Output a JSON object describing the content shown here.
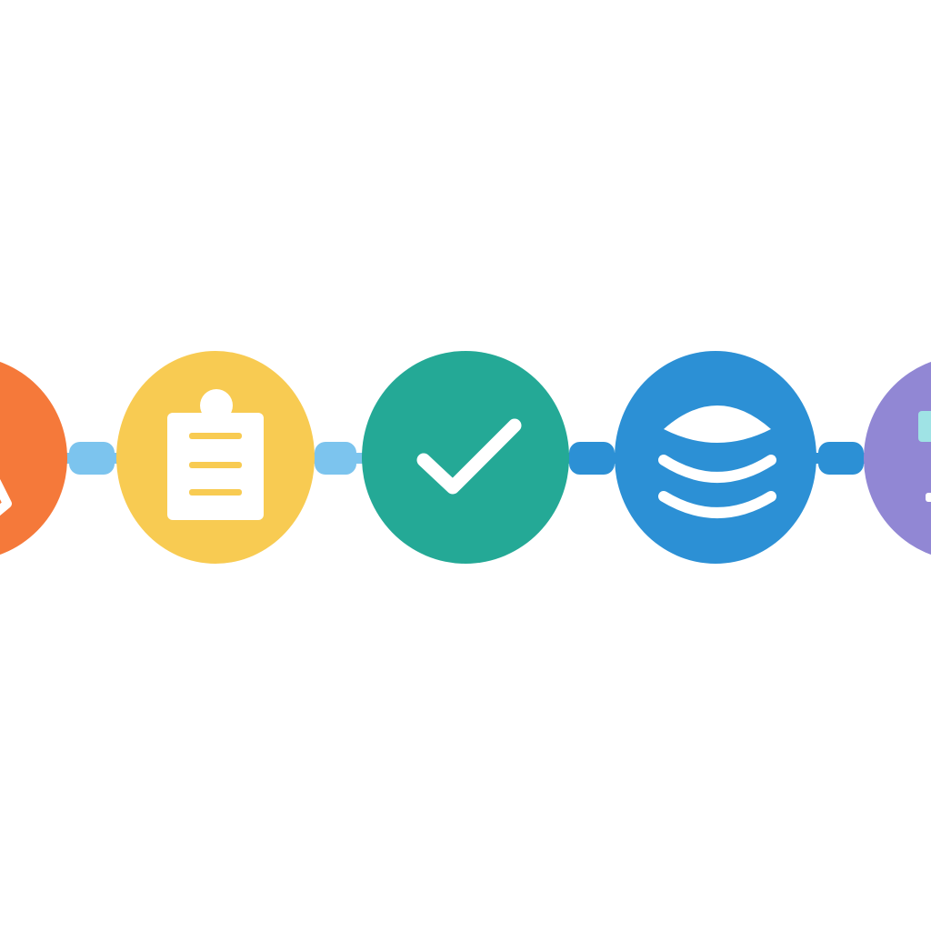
{
  "flow": {
    "steps": [
      {
        "key": "start",
        "icon": "partial-icon",
        "color": "#F5793A"
      },
      {
        "key": "document",
        "icon": "clipboard-icon",
        "color": "#F8CB52"
      },
      {
        "key": "approve",
        "icon": "checkmark-icon",
        "color": "#24A996"
      },
      {
        "key": "storage",
        "icon": "database-icon",
        "color": "#2C90D5"
      },
      {
        "key": "end",
        "icon": "partial-icon",
        "color": "#9187D4"
      }
    ],
    "connectors": [
      {
        "color": "#7CC4EE"
      },
      {
        "color": "#7CC4EE"
      },
      {
        "color": "#2C90D5"
      },
      {
        "color": "#2C90D5"
      }
    ],
    "icon_color_white": "#FFFFFF",
    "clipboard_line_color": "#F8CB52",
    "end_icon_accent": "#9FE3E5"
  }
}
